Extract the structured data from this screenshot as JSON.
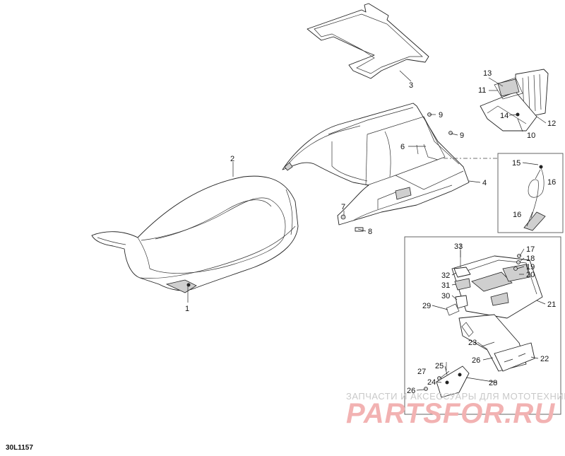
{
  "diagram": {
    "drawing_code": "30L1157",
    "watermark": {
      "subtitle": "ЗАПЧАСТИ И АКСЕССУАРЫ ДЛЯ МОТОТЕХНИКИ",
      "brand": "PARTSFOR.RU"
    },
    "callouts": [
      "1",
      "2",
      "3",
      "4",
      "6",
      "7",
      "8",
      "9",
      "9",
      "10",
      "11",
      "12",
      "13",
      "14",
      "15",
      "16",
      "16",
      "17",
      "18",
      "19",
      "20",
      "21",
      "22",
      "23",
      "24",
      "25",
      "26",
      "26",
      "27",
      "28",
      "29",
      "30",
      "31",
      "32",
      "33"
    ]
  }
}
